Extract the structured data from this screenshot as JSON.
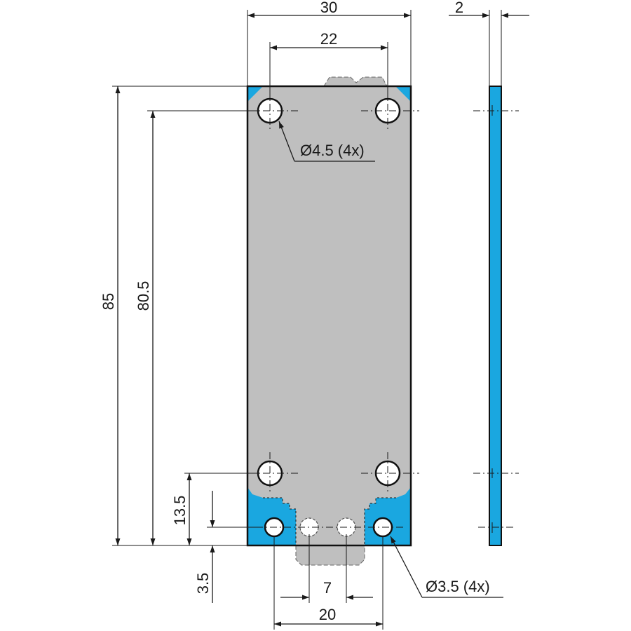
{
  "colors": {
    "plate_fill": "#bfbfbf",
    "accent_blue": "#1aa7e0",
    "line": "#1a1a1a",
    "background": "#ffffff"
  },
  "dimensions": {
    "width_overall": "30",
    "hole_spacing_top": "22",
    "thickness": "2",
    "height_overall": "85",
    "hole_spacing_vertical": "80.5",
    "bottom_hole_offset": "13.5",
    "bottom_edge_offset": "3.5",
    "small_hole_spacing": "7",
    "bottom_hole_spacing": "20",
    "top_hole_callout": "Ø4.5 (4x)",
    "bottom_hole_callout": "Ø3.5 (4x)"
  }
}
